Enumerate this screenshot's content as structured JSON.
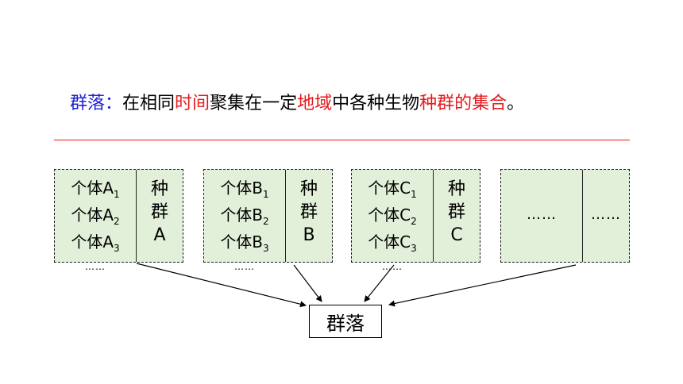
{
  "definition": {
    "term": "群落",
    "colon": "：",
    "t1": "在相同",
    "h1": "时间",
    "t2": "聚集在一定",
    "h2": "地域",
    "t3": "中各种生物",
    "h3": "种群的集合",
    "t4": "。"
  },
  "populations": [
    {
      "individuals": [
        {
          "base": "个体A",
          "sub": "1"
        },
        {
          "base": "个体A",
          "sub": "2"
        },
        {
          "base": "个体A",
          "sub": "3"
        }
      ],
      "more": "……",
      "label_line1": "种",
      "label_line2": "群",
      "label_line3": "A"
    },
    {
      "individuals": [
        {
          "base": "个体B",
          "sub": "1"
        },
        {
          "base": "个体B",
          "sub": "2"
        },
        {
          "base": "个体B",
          "sub": "3"
        }
      ],
      "more": "……",
      "label_line1": "种",
      "label_line2": "群",
      "label_line3": "B"
    },
    {
      "individuals": [
        {
          "base": "个体C",
          "sub": "1"
        },
        {
          "base": "个体C",
          "sub": "2"
        },
        {
          "base": "个体C",
          "sub": "3"
        }
      ],
      "more": "……",
      "label_line1": "种",
      "label_line2": "群",
      "label_line3": "C"
    },
    {
      "left_text": "……",
      "right_text": "……"
    }
  ],
  "community": "群落",
  "colors": {
    "term": "#1f20d4",
    "highlight": "#e5191b",
    "box_fill": "#e2efd9"
  }
}
